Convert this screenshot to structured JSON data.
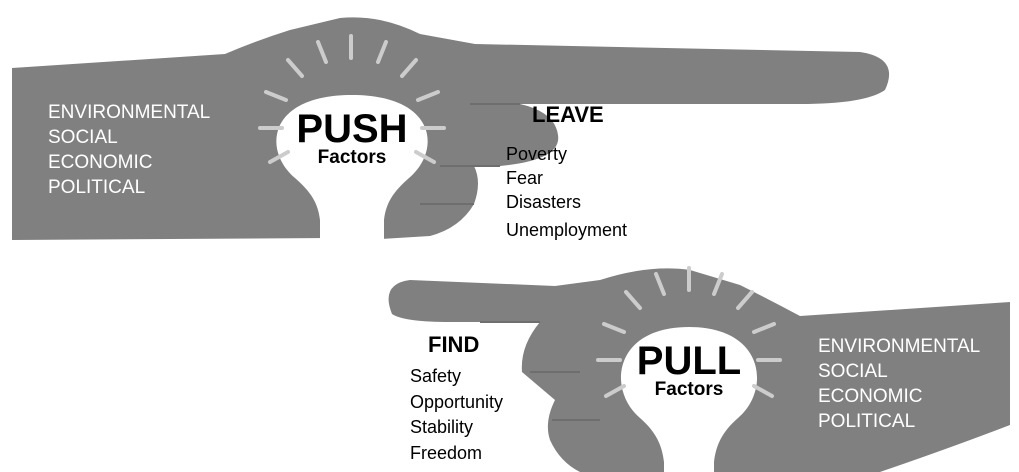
{
  "push": {
    "title": "PUSH",
    "subtitle": "Factors",
    "categories": [
      "ENVIRONMENTAL",
      "SOCIAL",
      "ECONOMIC",
      "POLITICAL"
    ],
    "heading": "LEAVE",
    "items": [
      "Poverty",
      "Fear",
      "Disasters",
      "Unemployment"
    ]
  },
  "pull": {
    "title": "PULL",
    "subtitle": "Factors",
    "categories": [
      "ENVIRONMENTAL",
      "SOCIAL",
      "ECONOMIC",
      "POLITICAL"
    ],
    "heading": "FIND",
    "items": [
      "Safety",
      "Opportunity",
      "Stability",
      "Freedom"
    ]
  },
  "colors": {
    "hand": "#808080",
    "bulb": "#ffffff",
    "rays": "#cccccc",
    "category_text": "#ffffff",
    "label_text": "#000000"
  },
  "icons": {
    "push_bulb": "lightbulb-icon",
    "pull_bulb": "lightbulb-icon",
    "push_hand": "pointing-hand-left",
    "pull_hand": "pointing-hand-right"
  }
}
